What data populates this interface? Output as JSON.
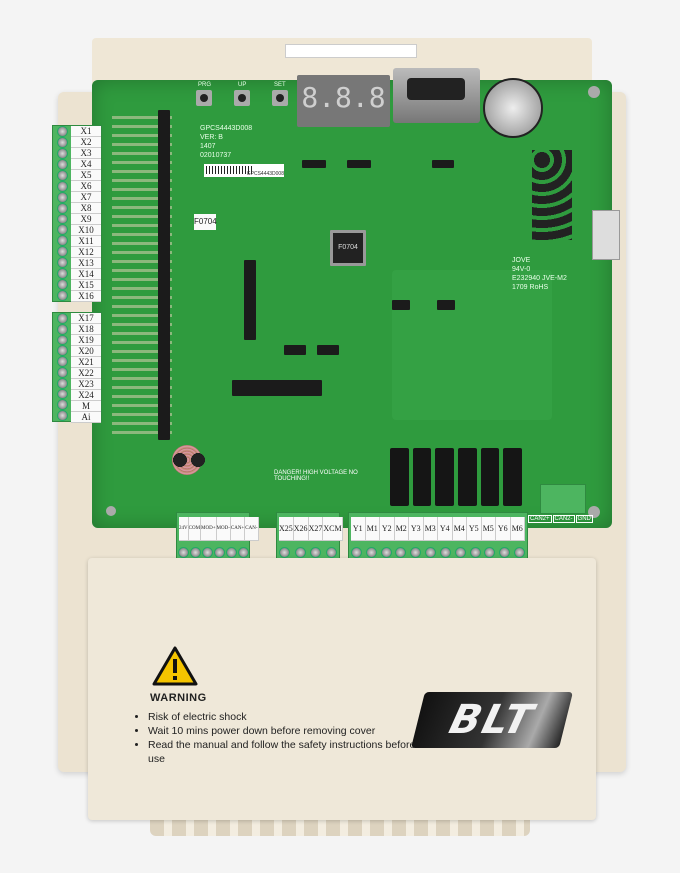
{
  "board": {
    "model": "GPCS4443D008",
    "version": "VER: B",
    "code1": "1407",
    "code2": "02010737",
    "barcode_label": "GPCS4443D008",
    "marker_label": "F0704",
    "chip_label": "F0704",
    "buttons": [
      "PRG",
      "UP",
      "SET"
    ],
    "display_value": "8.8.8",
    "cert": {
      "brand": "JOVE",
      "rating": "94V-0",
      "file": "E232940 JVE-M2",
      "date": "1709",
      "rohs": "RoHS"
    },
    "danger_text": "DANGER! HIGH VOLTAGE  NO TOUCHING!!"
  },
  "terminals": {
    "left_upper": [
      "X1",
      "X2",
      "X3",
      "X4",
      "X5",
      "X6",
      "X7",
      "X8",
      "X9",
      "X10",
      "X11",
      "X12",
      "X13",
      "X14",
      "X15",
      "X16"
    ],
    "left_lower": [
      "X17",
      "X18",
      "X19",
      "X20",
      "X21",
      "X22",
      "X23",
      "X24",
      "M",
      "Ai"
    ],
    "bottom_comm": [
      "24V",
      "COM",
      "MOD+",
      "MOD-",
      "CAN+",
      "CAN-"
    ],
    "bottom_hv_inputs": [
      "X25",
      "X26",
      "X27",
      "XCM"
    ],
    "bottom_relays": [
      "Y1",
      "M1",
      "Y2",
      "M2",
      "Y3",
      "M3",
      "Y4",
      "M4",
      "Y5",
      "M5",
      "Y6",
      "M6"
    ],
    "can2": [
      "CAN2+",
      "CAN2-",
      "GND"
    ]
  },
  "cover": {
    "warning_title": "WARNING",
    "warnings": [
      "Risk of electric shock",
      "Wait 10 mins power down before removing cover",
      "Read the manual and follow the safety instructions before use"
    ],
    "logo": "BLT"
  },
  "colors": {
    "pcb": "#2f9b3e",
    "housing": "#efe7d6",
    "terminal": "#4db560",
    "warning_yellow": "#f5c400"
  }
}
